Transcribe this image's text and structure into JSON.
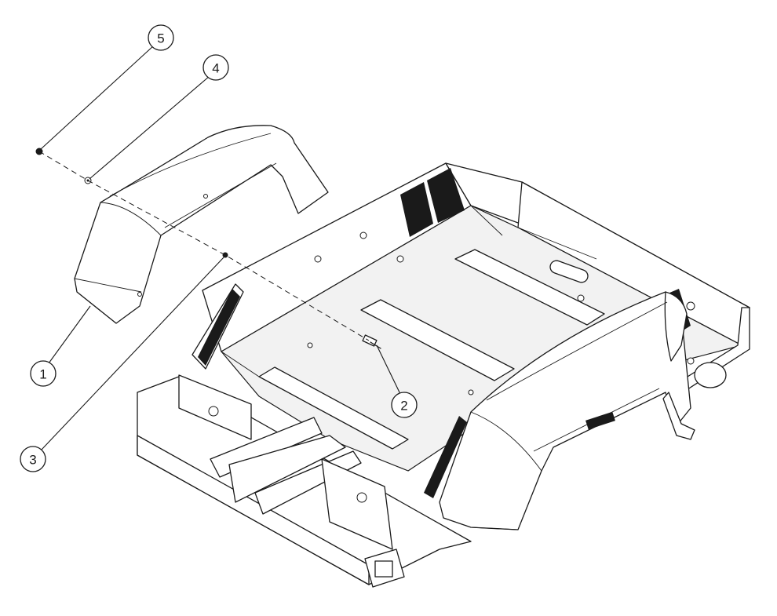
{
  "callouts": [
    {
      "label": "1"
    },
    {
      "label": "2"
    },
    {
      "label": "3"
    },
    {
      "label": "4"
    },
    {
      "label": "5"
    }
  ],
  "colors": {
    "line": "#1a1a1a",
    "background": "#ffffff"
  },
  "parts": [
    "fender-left",
    "fender-right",
    "frame-chassis",
    "bolt",
    "nut",
    "washer",
    "screw"
  ]
}
